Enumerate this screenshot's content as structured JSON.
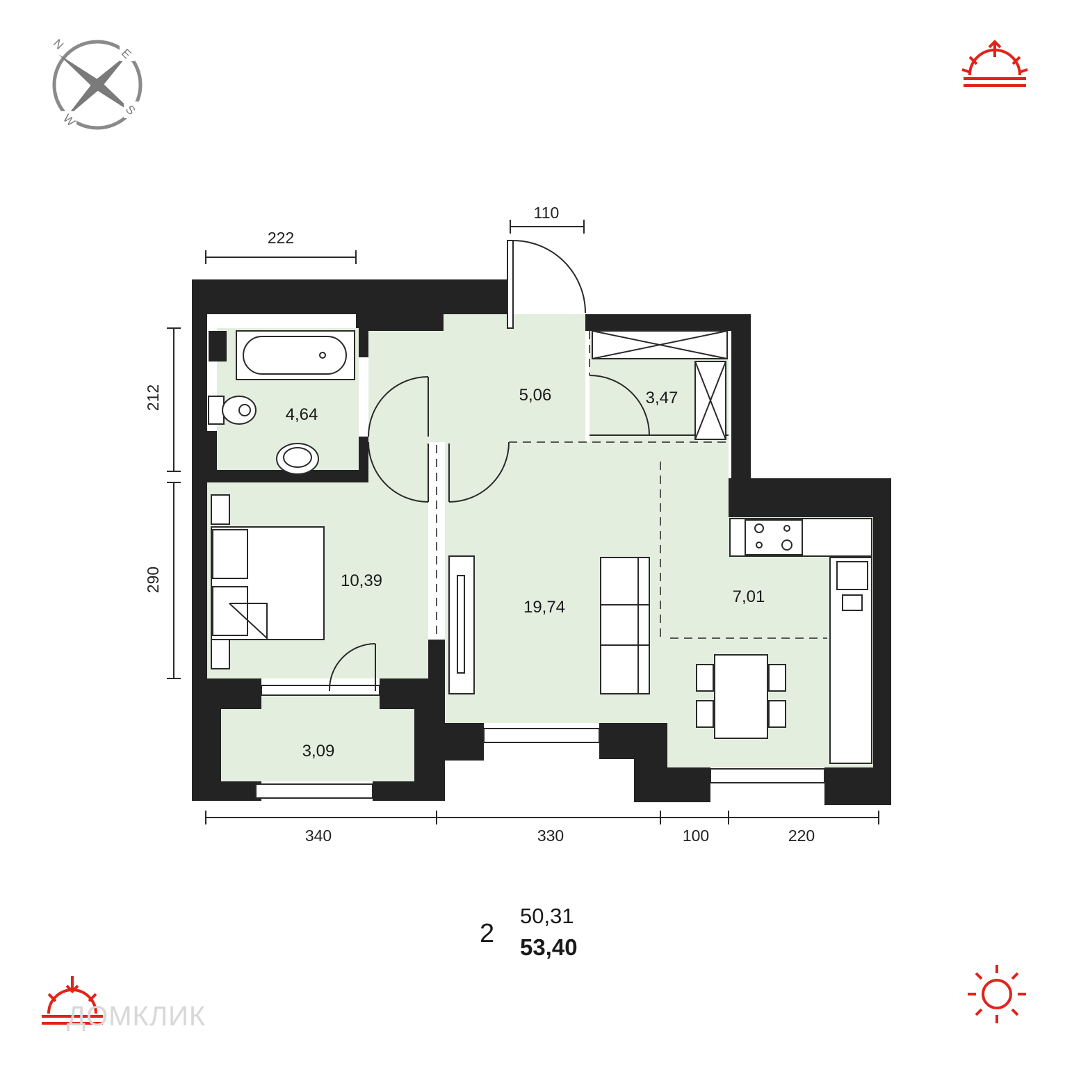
{
  "compass": {
    "icon": "compass-icon",
    "letters": {
      "north": "N",
      "east": "E",
      "south": "S",
      "west": "W"
    }
  },
  "sun_icons": {
    "sunrise": "sunrise-icon",
    "sunset": "sunset-icon",
    "sun": "sun-icon",
    "color": "#e2231a"
  },
  "dimensions": {
    "top_left": "222",
    "top_door": "110",
    "left_upper": "212",
    "left_lower": "290",
    "bottom": [
      "340",
      "330",
      "100",
      "220"
    ]
  },
  "rooms": {
    "bathroom": "4,64",
    "hallway": "5,06",
    "storage": "3,47",
    "bedroom": "10,39",
    "living_room": "19,74",
    "kitchen": "7,01",
    "balcony": "3,09"
  },
  "summary": {
    "rooms_count": "2",
    "living_area": "50,31",
    "total_area": "53,40"
  },
  "watermark": "ДОМКЛИК",
  "colors": {
    "room_fill": "#e3eedf",
    "wall": "#232323",
    "accent": "#e2231a"
  }
}
